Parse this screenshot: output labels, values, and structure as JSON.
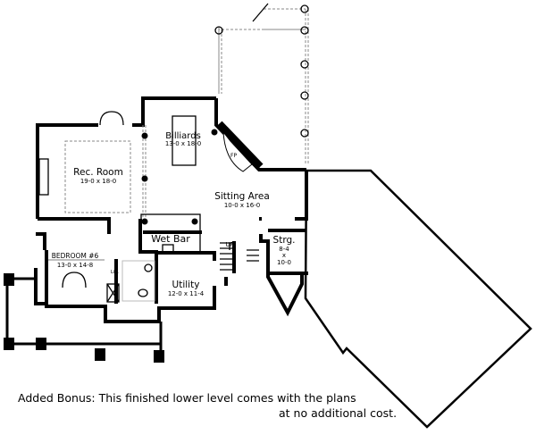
{
  "rooms": {
    "billiards": {
      "name": "Billiards",
      "size": "13-0 x 18-0"
    },
    "rec_room": {
      "name": "Rec. Room",
      "size": "19-0 x 18-0"
    },
    "sitting_area": {
      "name": "Sitting Area",
      "size": "10-0 x 16-0"
    },
    "wet_bar": {
      "name": "Wet Bar"
    },
    "storage": {
      "name": "Strg.",
      "size_w": "8-4",
      "size_x": "x",
      "size_d": "10-0"
    },
    "bedroom": {
      "name": "BEDROOM #6",
      "size": "13-0 x 14-8"
    },
    "utility": {
      "name": "Utility",
      "size": "12-0 x 11-4"
    },
    "fireplace": {
      "name": "FP"
    },
    "linen": {
      "name": "Lin."
    },
    "stairs": {
      "name": "UP"
    }
  },
  "caption": {
    "line1": "Added Bonus: This finished lower level comes with the plans",
    "line2": "at no additional cost."
  }
}
